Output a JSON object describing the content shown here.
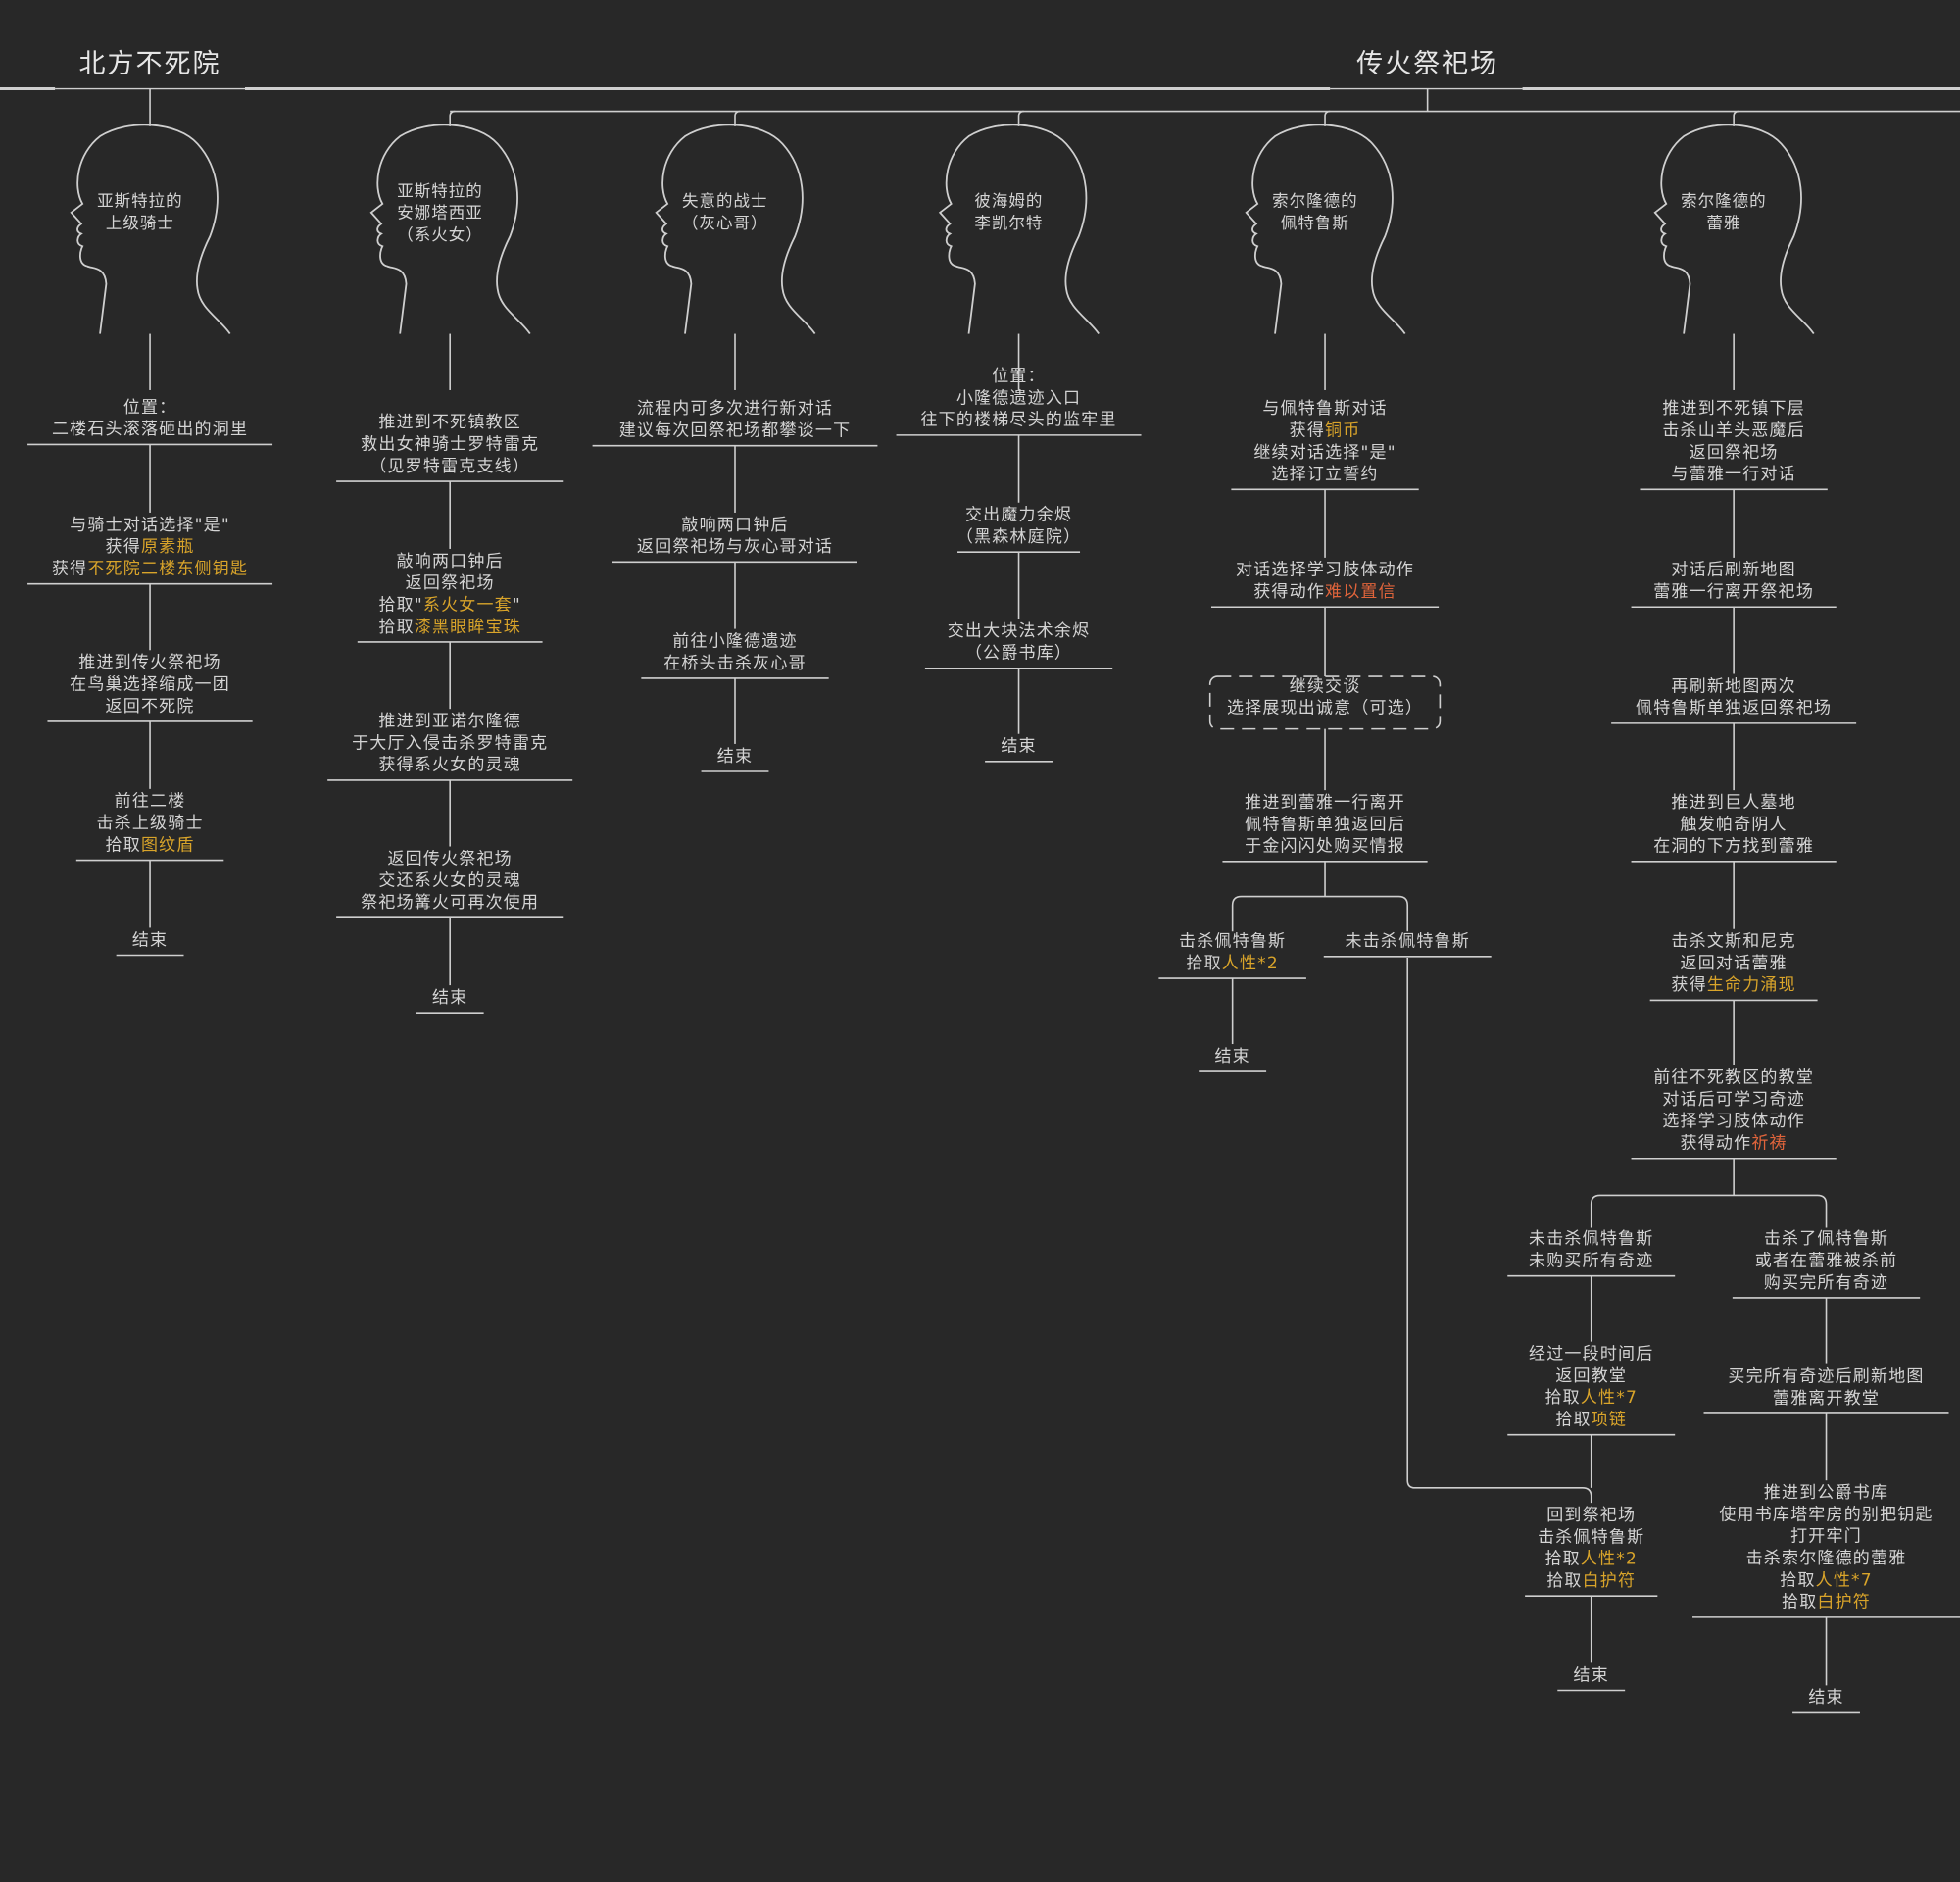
{
  "colors": {
    "background": "#282828",
    "line": "#cfcfcf",
    "text": "#d4d4d4",
    "item": "#d9a42a",
    "gesture": "#e0643b"
  },
  "areas": [
    "北方不死院",
    "传火祭祀场"
  ],
  "columns": [
    {
      "name_lines": [
        "亚斯特拉的",
        "上级骑士"
      ],
      "steps": [
        [
          [
            {
              "t": "位置："
            }
          ],
          [
            {
              "t": "二楼石头滚落砸出的洞里"
            }
          ]
        ],
        [
          [
            {
              "t": "与骑士对话选择\"是\""
            }
          ],
          [
            {
              "t": "获得"
            },
            {
              "t": "原素瓶",
              "c": "item"
            }
          ],
          [
            {
              "t": "获得"
            },
            {
              "t": "不死院二楼东侧钥匙",
              "c": "item"
            }
          ]
        ],
        [
          [
            {
              "t": "推进到传火祭祀场"
            }
          ],
          [
            {
              "t": "在鸟巢选择缩成一团"
            }
          ],
          [
            {
              "t": "返回不死院"
            }
          ]
        ],
        [
          [
            {
              "t": "前往二楼"
            }
          ],
          [
            {
              "t": "击杀上级骑士"
            }
          ],
          [
            {
              "t": "拾取"
            },
            {
              "t": "图纹盾",
              "c": "item"
            }
          ]
        ],
        [
          [
            {
              "t": "结束"
            }
          ]
        ]
      ]
    },
    {
      "name_lines": [
        "亚斯特拉的",
        "安娜塔西亚",
        "（系火女）"
      ],
      "steps": [
        [
          [
            {
              "t": "推进到不死镇教区"
            }
          ],
          [
            {
              "t": "救出女神骑士罗特雷克"
            }
          ],
          [
            {
              "t": "（见罗特雷克支线）"
            }
          ]
        ],
        [
          [
            {
              "t": "敲响两口钟后"
            }
          ],
          [
            {
              "t": "返回祭祀场"
            }
          ],
          [
            {
              "t": "拾取\""
            },
            {
              "t": "系火女一套",
              "c": "item"
            },
            {
              "t": "\""
            }
          ],
          [
            {
              "t": "拾取"
            },
            {
              "t": "漆黑眼眸宝珠",
              "c": "item"
            }
          ]
        ],
        [
          [
            {
              "t": "推进到亚诺尔隆德"
            }
          ],
          [
            {
              "t": "于大厅入侵击杀罗特雷克"
            }
          ],
          [
            {
              "t": "获得系火女的灵魂"
            }
          ]
        ],
        [
          [
            {
              "t": "返回传火祭祀场"
            }
          ],
          [
            {
              "t": "交还系火女的灵魂"
            }
          ],
          [
            {
              "t": "祭祀场篝火可再次使用"
            }
          ]
        ],
        [
          [
            {
              "t": "结束"
            }
          ]
        ]
      ]
    },
    {
      "name_lines": [
        "失意的战士",
        "（灰心哥）"
      ],
      "steps": [
        [
          [
            {
              "t": "流程内可多次进行新对话"
            }
          ],
          [
            {
              "t": "建议每次回祭祀场都攀谈一下"
            }
          ]
        ],
        [
          [
            {
              "t": "敲响两口钟后"
            }
          ],
          [
            {
              "t": "返回祭祀场与灰心哥对话"
            }
          ]
        ],
        [
          [
            {
              "t": "前往小隆德遗迹"
            }
          ],
          [
            {
              "t": "在桥头击杀灰心哥"
            }
          ]
        ],
        [
          [
            {
              "t": "结束"
            }
          ]
        ]
      ]
    },
    {
      "name_lines": [
        "彼海姆的",
        "李凯尔特"
      ],
      "steps": [
        [
          [
            {
              "t": "位置："
            }
          ],
          [
            {
              "t": "小隆德遗迹入口"
            }
          ],
          [
            {
              "t": "往下的楼梯尽头的监牢里"
            }
          ]
        ],
        [
          [
            {
              "t": "交出魔力余烬"
            }
          ],
          [
            {
              "t": "（黑森林庭院）"
            }
          ]
        ],
        [
          [
            {
              "t": "交出大块法术余烬"
            }
          ],
          [
            {
              "t": "（公爵书库）"
            }
          ]
        ],
        [
          [
            {
              "t": "结束"
            }
          ]
        ]
      ]
    },
    {
      "name_lines": [
        "索尔隆德的",
        "佩特鲁斯"
      ],
      "steps": [
        [
          [
            {
              "t": "与佩特鲁斯对话"
            }
          ],
          [
            {
              "t": "获得"
            },
            {
              "t": "铜币",
              "c": "item"
            }
          ],
          [
            {
              "t": "继续对话选择\"是\""
            }
          ],
          [
            {
              "t": "选择订立誓约"
            }
          ]
        ],
        [
          [
            {
              "t": "对话选择学习肢体动作"
            }
          ],
          [
            {
              "t": "获得动作"
            },
            {
              "t": "难以置信",
              "c": "gesture"
            }
          ]
        ],
        [
          [
            {
              "t": "继续交谈"
            }
          ],
          [
            {
              "t": "选择展现出诚意（可选）"
            }
          ]
        ],
        [
          [
            {
              "t": "推进到蕾雅一行离开"
            }
          ],
          [
            {
              "t": "佩特鲁斯单独返回后"
            }
          ],
          [
            {
              "t": "于金闪闪处购买情报"
            }
          ]
        ],
        [
          [
            {
              "t": "击杀佩特鲁斯"
            }
          ],
          [
            {
              "t": "拾取"
            },
            {
              "t": "人性*2",
              "c": "item"
            }
          ]
        ],
        [
          [
            {
              "t": "结束"
            }
          ]
        ],
        [
          [
            {
              "t": "未击杀佩特鲁斯"
            }
          ]
        ]
      ]
    },
    {
      "name_lines": [
        "索尔隆德的",
        "蕾雅"
      ],
      "steps": [
        [
          [
            {
              "t": "推进到不死镇下层"
            }
          ],
          [
            {
              "t": "击杀山羊头恶魔后"
            }
          ],
          [
            {
              "t": "返回祭祀场"
            }
          ],
          [
            {
              "t": "与蕾雅一行对话"
            }
          ]
        ],
        [
          [
            {
              "t": "对话后刷新地图"
            }
          ],
          [
            {
              "t": "蕾雅一行离开祭祀场"
            }
          ]
        ],
        [
          [
            {
              "t": "再刷新地图两次"
            }
          ],
          [
            {
              "t": "佩特鲁斯单独返回祭祀场"
            }
          ]
        ],
        [
          [
            {
              "t": "推进到巨人墓地"
            }
          ],
          [
            {
              "t": "触发帕奇阴人"
            }
          ],
          [
            {
              "t": "在洞的下方找到蕾雅"
            }
          ]
        ],
        [
          [
            {
              "t": "击杀文斯和尼克"
            }
          ],
          [
            {
              "t": "返回对话蕾雅"
            }
          ],
          [
            {
              "t": "获得"
            },
            {
              "t": "生命力涌现",
              "c": "item"
            }
          ]
        ],
        [
          [
            {
              "t": "前往不死教区的教堂"
            }
          ],
          [
            {
              "t": "对话后可学习奇迹"
            }
          ],
          [
            {
              "t": "选择学习肢体动作"
            }
          ],
          [
            {
              "t": "获得动作"
            },
            {
              "t": "祈祷",
              "c": "gesture"
            }
          ]
        ],
        [
          [
            {
              "t": "未击杀佩特鲁斯"
            }
          ],
          [
            {
              "t": "未购买所有奇迹"
            }
          ]
        ],
        [
          [
            {
              "t": "经过一段时间后"
            }
          ],
          [
            {
              "t": "返回教堂"
            }
          ],
          [
            {
              "t": "拾取"
            },
            {
              "t": "人性*7",
              "c": "item"
            }
          ],
          [
            {
              "t": "拾取"
            },
            {
              "t": "项链",
              "c": "item"
            }
          ]
        ],
        [
          [
            {
              "t": "回到祭祀场"
            }
          ],
          [
            {
              "t": "击杀佩特鲁斯"
            }
          ],
          [
            {
              "t": "拾取"
            },
            {
              "t": "人性*2",
              "c": "item"
            }
          ],
          [
            {
              "t": "拾取"
            },
            {
              "t": "白护符",
              "c": "item"
            }
          ]
        ],
        [
          [
            {
              "t": "结束"
            }
          ]
        ],
        [
          [
            {
              "t": "击杀了佩特鲁斯"
            }
          ],
          [
            {
              "t": "或者在蕾雅被杀前"
            }
          ],
          [
            {
              "t": "购买完所有奇迹"
            }
          ]
        ],
        [
          [
            {
              "t": "买完所有奇迹后刷新地图"
            }
          ],
          [
            {
              "t": "蕾雅离开教堂"
            }
          ]
        ],
        [
          [
            {
              "t": "推进到公爵书库"
            }
          ],
          [
            {
              "t": "使用书库塔牢房的别把钥匙"
            }
          ],
          [
            {
              "t": "打开牢门"
            }
          ],
          [
            {
              "t": "击杀索尔隆德的蕾雅"
            }
          ],
          [
            {
              "t": "拾取"
            },
            {
              "t": "人性*7",
              "c": "item"
            }
          ],
          [
            {
              "t": "拾取"
            },
            {
              "t": "白护符",
              "c": "item"
            }
          ]
        ],
        [
          [
            {
              "t": "结束"
            }
          ]
        ]
      ]
    }
  ]
}
